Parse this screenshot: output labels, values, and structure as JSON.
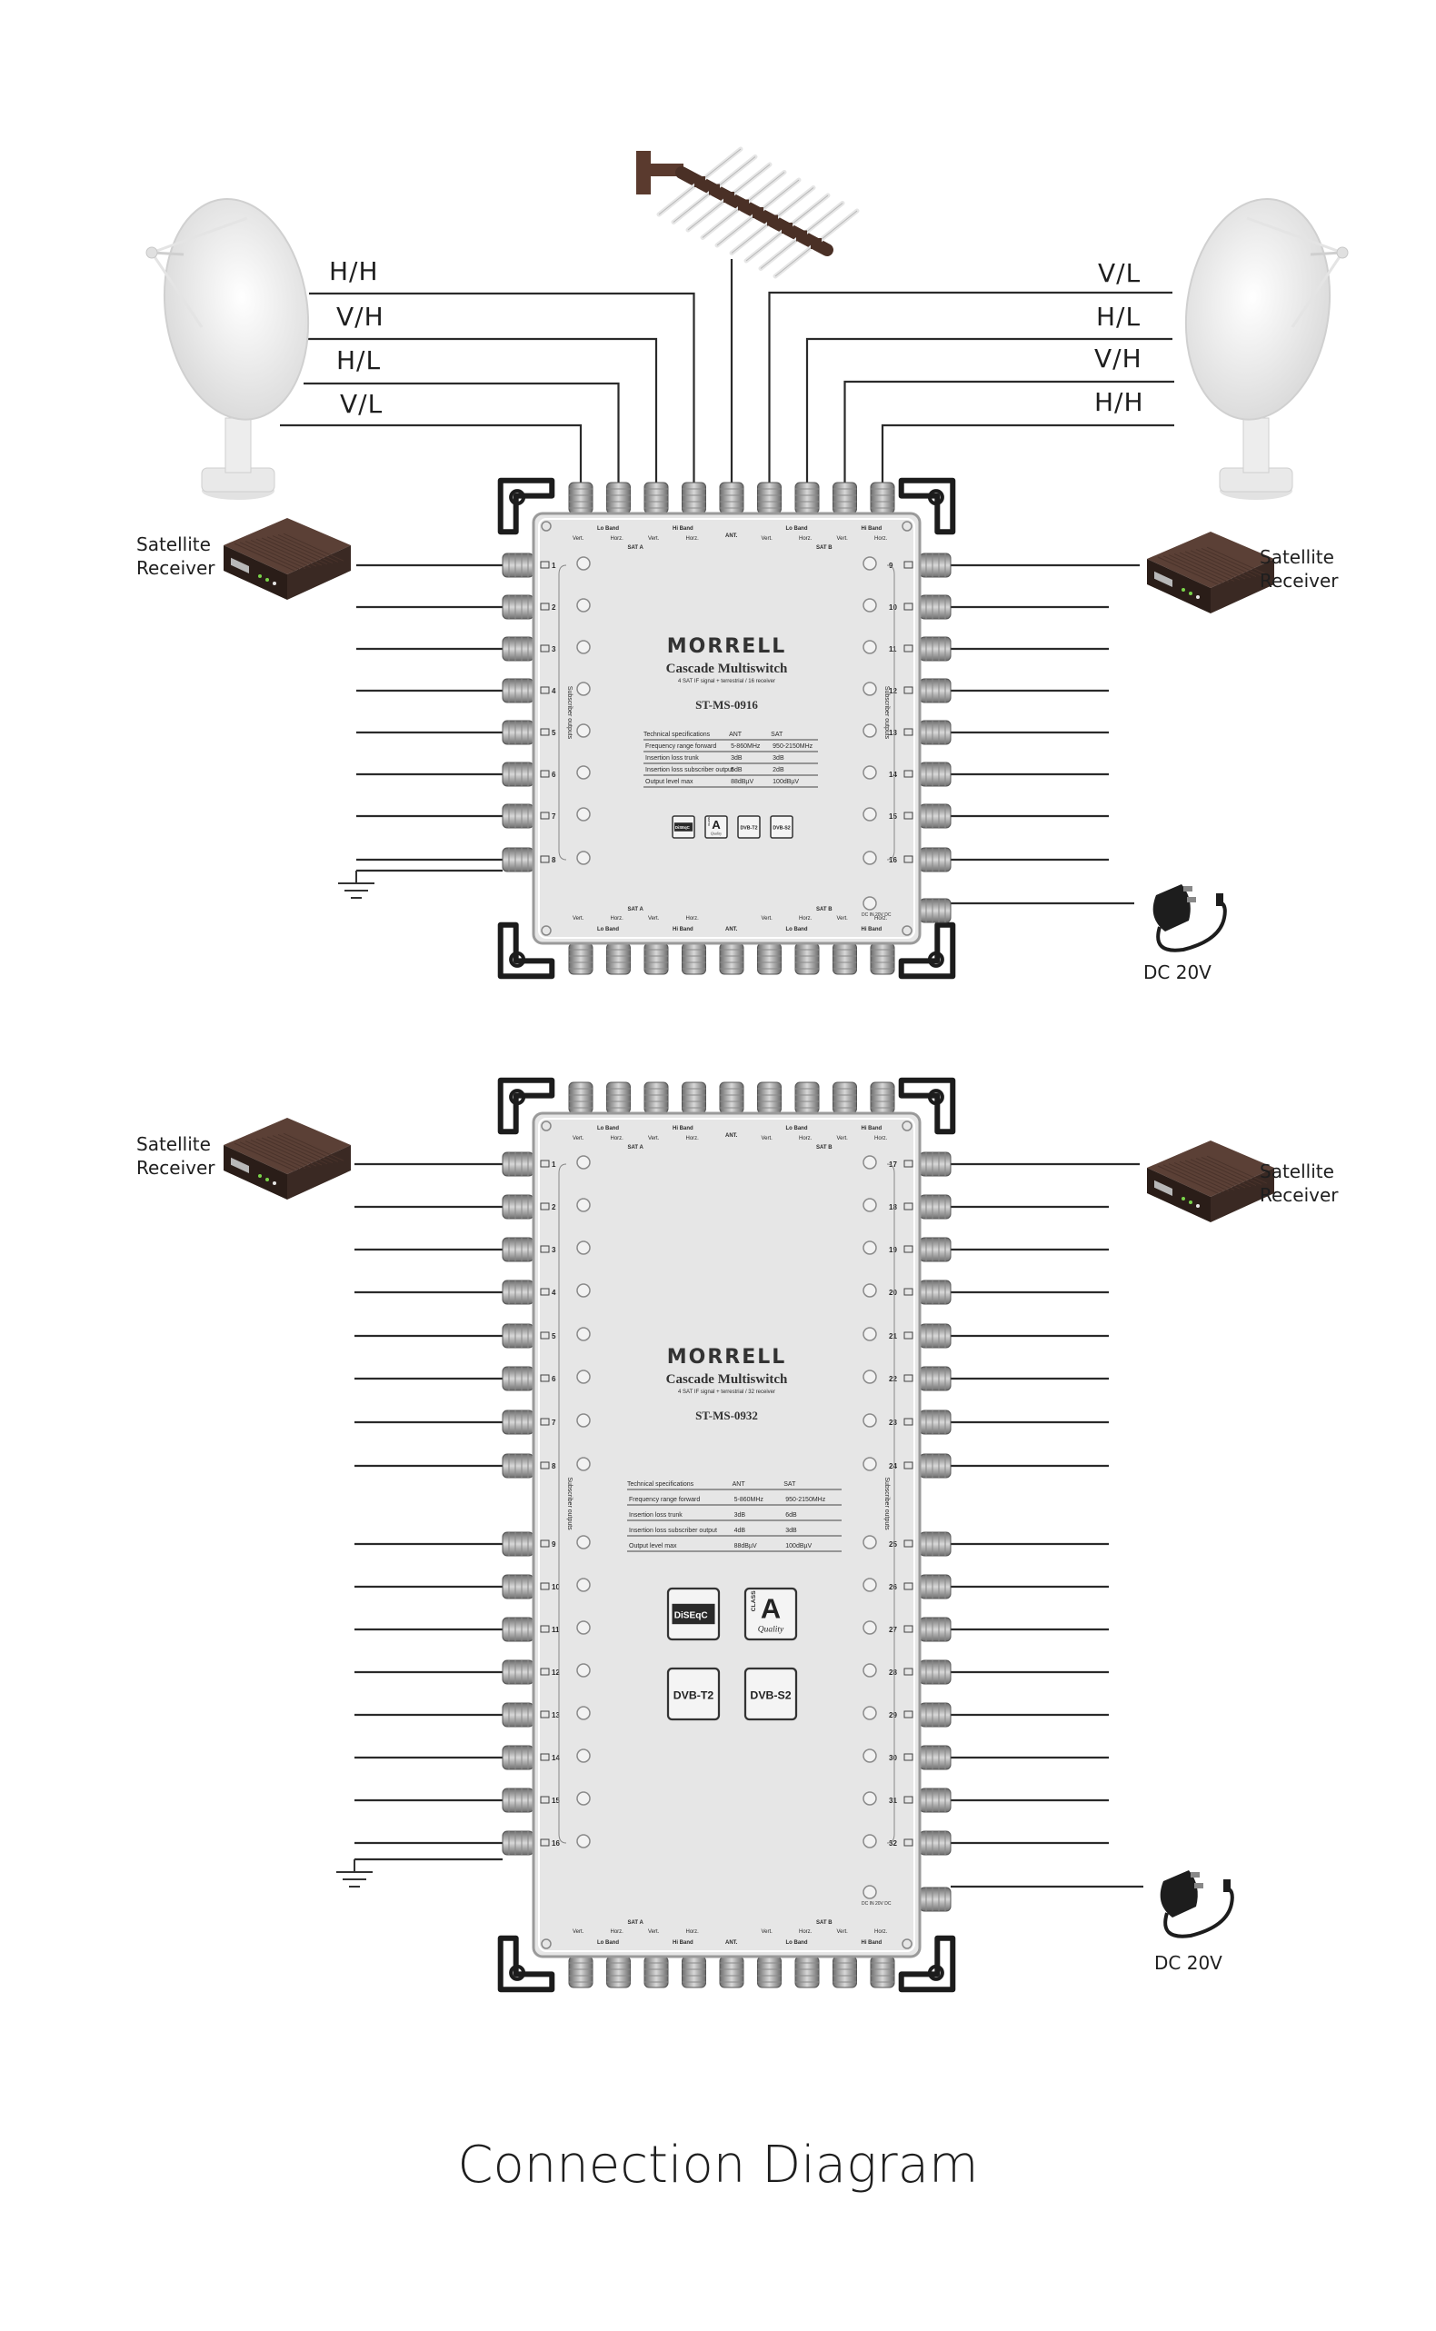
{
  "title": "Connection Diagram",
  "top_inputs_left": [
    "H/H",
    "V/H",
    "H/L",
    "V/L"
  ],
  "top_inputs_right": [
    "V/L",
    "H/L",
    "V/H",
    "H/H"
  ],
  "receiver_label": "Satellite\nReceiver",
  "dc_label": "DC 20V",
  "port_labels": {
    "lo_band": "Lo Band",
    "hi_band": "Hi Band",
    "vert": "Vert.",
    "horz": "Horz.",
    "sat_a": "SAT A",
    "sat_b": "SAT B",
    "ant": "ANT.",
    "subscriber_outputs": "Subscriber outputs",
    "dc_in": "DC IN 20V DC"
  },
  "devices": [
    {
      "brand": "MORRELL",
      "name": "Cascade Multiswitch",
      "subtitle": "4 SAT IF signal + terrestrial / 16 receiver",
      "model": "ST-MS-0916",
      "outputs_left": [
        1,
        2,
        3,
        4,
        5,
        6,
        7,
        8
      ],
      "outputs_right": [
        9,
        10,
        11,
        12,
        13,
        14,
        15,
        16
      ],
      "spec_header": [
        "Technical specifications",
        "ANT",
        "SAT"
      ],
      "spec_rows": [
        [
          "Frequency range forward",
          "5-860MHz",
          "950-2150MHz"
        ],
        [
          "Insertion loss trunk",
          "3dB",
          "3dB"
        ],
        [
          "Insertion loss subscriber output",
          "5dB",
          "2dB"
        ],
        [
          "Output level max",
          "88dBµV",
          "100dBµV"
        ]
      ]
    },
    {
      "brand": "MORRELL",
      "name": "Cascade Multiswitch",
      "subtitle": "4 SAT IF signal + terrestrial / 32 receiver",
      "model": "ST-MS-0932",
      "outputs_left": [
        1,
        2,
        3,
        4,
        5,
        6,
        7,
        8,
        9,
        10,
        11,
        12,
        13,
        14,
        15,
        16
      ],
      "outputs_right": [
        17,
        18,
        19,
        20,
        21,
        22,
        23,
        24,
        25,
        26,
        27,
        28,
        29,
        30,
        31,
        32
      ],
      "spec_header": [
        "Technical specifications",
        "ANT",
        "SAT"
      ],
      "spec_rows": [
        [
          "Frequency range forward",
          "5-860MHz",
          "950-2150MHz"
        ],
        [
          "Insertion loss trunk",
          "3dB",
          "6dB"
        ],
        [
          "Insertion loss subscriber output",
          "4dB",
          "3dB"
        ],
        [
          "Output level max",
          "88dBµV",
          "100dBµV"
        ]
      ]
    }
  ],
  "badges": [
    "DiSEqC",
    "A",
    "CLASS",
    "Quality",
    "DVB-T2",
    "DVB-S2"
  ]
}
